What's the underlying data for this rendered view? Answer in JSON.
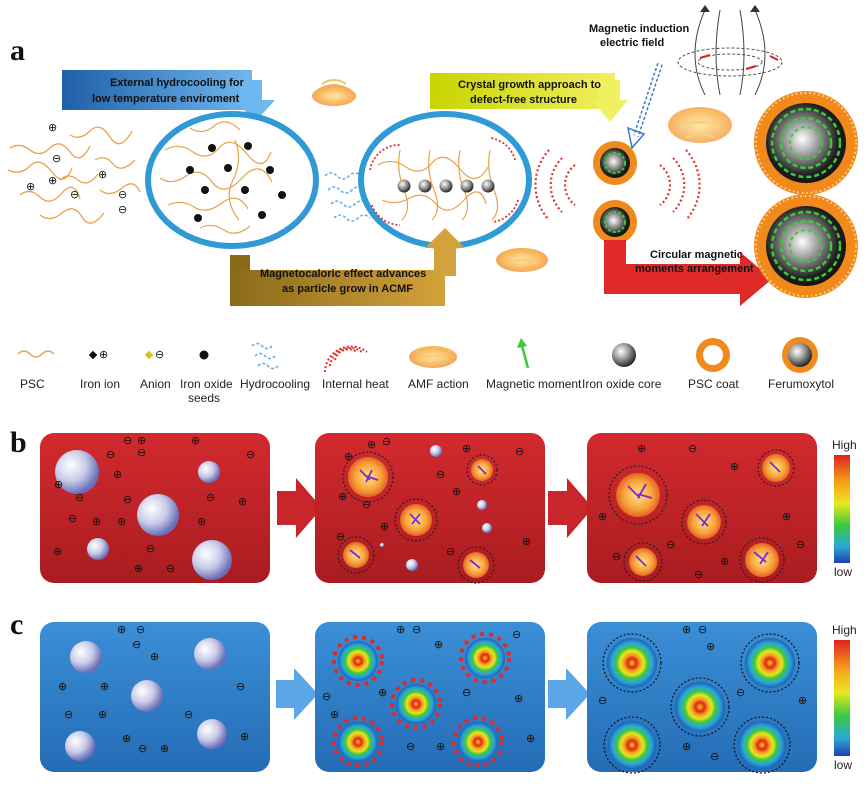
{
  "panels": {
    "a": "a",
    "b": "b",
    "c": "c"
  },
  "panel_a": {
    "hydrocooling_label_1": "External hydrocooling for",
    "hydrocooling_label_2": "low temperature enviroment",
    "crystal_label_1": "Crystal growth approach to",
    "crystal_label_2": "defect-free structure",
    "induction_label_1": "Magnetic induction",
    "induction_label_2": "electric field",
    "magnetocaloric_label_1": "Magnetocaloric effect advances",
    "magnetocaloric_label_2": "as particle grow in ACMF",
    "circular_label_1": "Circular magnetic",
    "circular_label_2": "moments arrangement"
  },
  "legend": {
    "psc": "PSC",
    "iron_ion": "Iron ion",
    "anion": "Anion",
    "seeds_1": "Iron oxide",
    "seeds_2": "seeds",
    "hydrocooling": "Hydrocooling",
    "internal_heat": "Internal heat",
    "amf": "AMF action",
    "moment": "Magnetic moment",
    "core": "Iron oxide core",
    "coat": "PSC coat",
    "ferumoxytol": "Ferumoxytol"
  },
  "scale_b": {
    "high": "High",
    "low": "low"
  },
  "scale_c": {
    "high": "High",
    "low": "low"
  },
  "symbols": {
    "plus": "⊕",
    "minus": "⊖"
  },
  "colors": {
    "blue_ring": "#2f9ad6",
    "orange_coat": "#f08a1c",
    "red_panel": "#c8262a",
    "blue_panel": "#2f7fc6",
    "arrow_red": "#e02a2a"
  }
}
